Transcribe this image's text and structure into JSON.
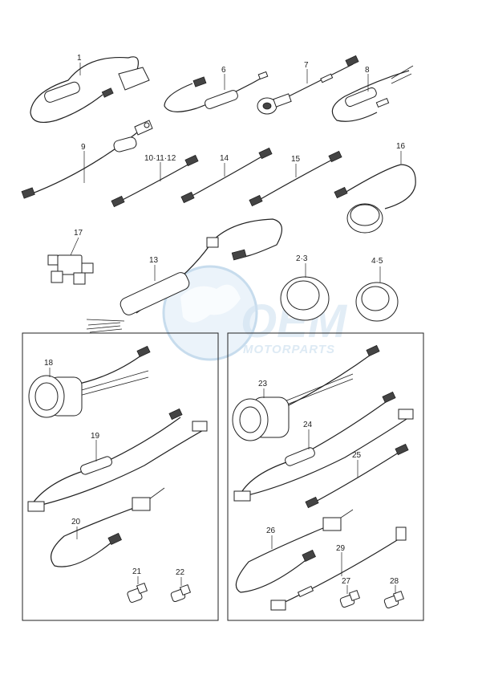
{
  "watermark": {
    "logo": "OEM",
    "subtitle": "MOTORPARTS"
  },
  "callouts": {
    "p1": "1",
    "p6": "6",
    "p7": "7",
    "p8": "8",
    "p9": "9",
    "p10_12": "10·11·12",
    "p14": "14",
    "p15": "15",
    "p16": "16",
    "p17": "17",
    "p13": "13",
    "p2_3": "2·3",
    "p4_5": "4·5",
    "p18": "18",
    "p19": "19",
    "p20": "20",
    "p21": "21",
    "p22": "22",
    "p23": "23",
    "p24": "24",
    "p25": "25",
    "p26": "26",
    "p29": "29",
    "p27": "27",
    "p28": "28"
  }
}
